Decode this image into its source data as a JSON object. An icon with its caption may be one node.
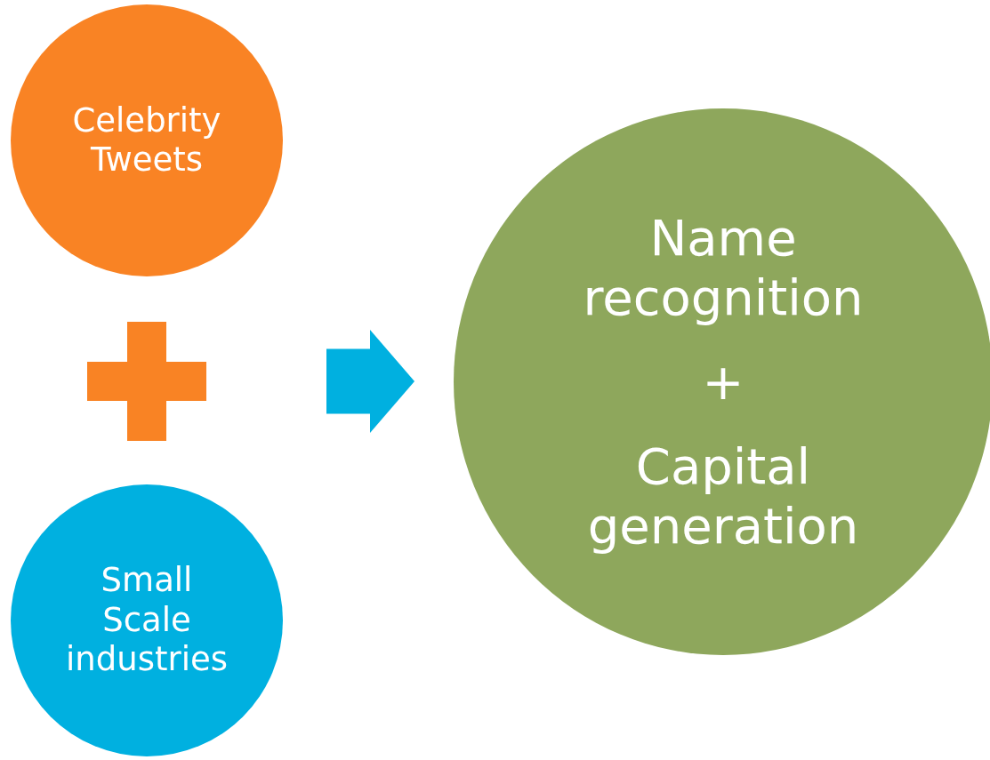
{
  "diagram": {
    "nodes": [
      {
        "text": [
          "Celebrity Tweets"
        ]
      },
      {
        "text": [
          "Small Scale industries"
        ]
      },
      {
        "text": [
          "Name recognition",
          "+",
          "Capital generation"
        ]
      }
    ],
    "edges": [
      {
        "from": null,
        "to": 2,
        "arrow": "to"
      }
    ]
  }
}
